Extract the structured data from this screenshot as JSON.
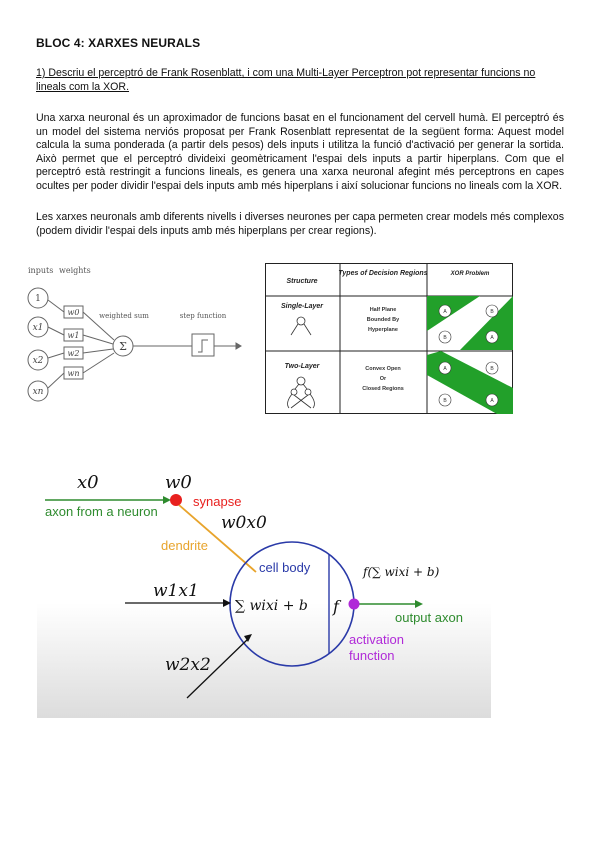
{
  "document": {
    "title": "BLOC 4: XARXES NEURALS",
    "question": "1) Descriu el perceptró de Frank Rosenblatt, i com una Multi-Layer Perceptron pot representar funcions no lineals com la XOR.",
    "paragraph1": "Una xarxa neuronal és un aproximador de funcions basat en el funcionament del cervell humà. El perceptró és un model del sistema nerviós proposat per Frank Rosenblatt representat de la següent forma: Aquest model calcula la suma ponderada (a partir dels pesos) dels inputs i utilitza la funció d'activació per generar la sortida. Això permet que el perceptró divideixi geomètricament l'espai dels inputs a partir hiperplans. Com que el perceptró està restringit a funcions lineals, es genera una xarxa neuronal afegint més perceptrons en capes ocultes per poder dividir l'espai dels inputs amb més hiperplans i així solucionar funcions no lineals com la XOR.",
    "paragraph2": "Les xarxes neuronals amb diferents nivells i diverses neurones per capa permeten crear models més complexos (podem dividir l'espai dels inputs amb més hiperplans per crear regions)."
  },
  "perceptron_figure": {
    "header_inputs": "inputs",
    "header_weights": "weights",
    "input_1": "1",
    "input_x1": "x1",
    "input_x2": "x2",
    "input_xn": "xn",
    "weight_0": "w0",
    "weight_1": "w1",
    "weight_2": "w2",
    "weight_n": "wn",
    "sum_label": "weighted sum",
    "sum_symbol": "Σ",
    "step_label": "step function"
  },
  "regions_table": {
    "headers": [
      "Structure",
      "Types of Decision Regions",
      "XOR Problem"
    ],
    "rows": [
      {
        "structure": "Single-Layer",
        "regions": [
          "Half Plane",
          "Bounded By",
          "Hyperplane"
        ]
      },
      {
        "structure": "Two-Layer",
        "regions": [
          "Convex Open",
          "Or",
          "Closed Regions"
        ]
      }
    ],
    "class_a": "A",
    "class_b": "B",
    "accent_green": "#22a02a"
  },
  "neuron_figure": {
    "x0": "x0",
    "w0": "w0",
    "synapse": "synapse",
    "axon_from": "axon from a neuron",
    "w0x0": "w0x0",
    "dendrite": "dendrite",
    "cell_body": "cell body",
    "w1x1": "w1x1",
    "w2x2": "w2x2",
    "sum_expr": "∑ wixi + b",
    "f": "f",
    "f_out": "f(∑ wixi + b)",
    "output_axon": "output axon",
    "activation": "activation",
    "function": "function",
    "colors": {
      "green": "#2e8b2e",
      "red_dot": "#e8201e",
      "orange": "#e8a42c",
      "blue": "#2a3aa8",
      "purple": "#b02ad8",
      "cell_label": "#2a3aa8"
    }
  }
}
